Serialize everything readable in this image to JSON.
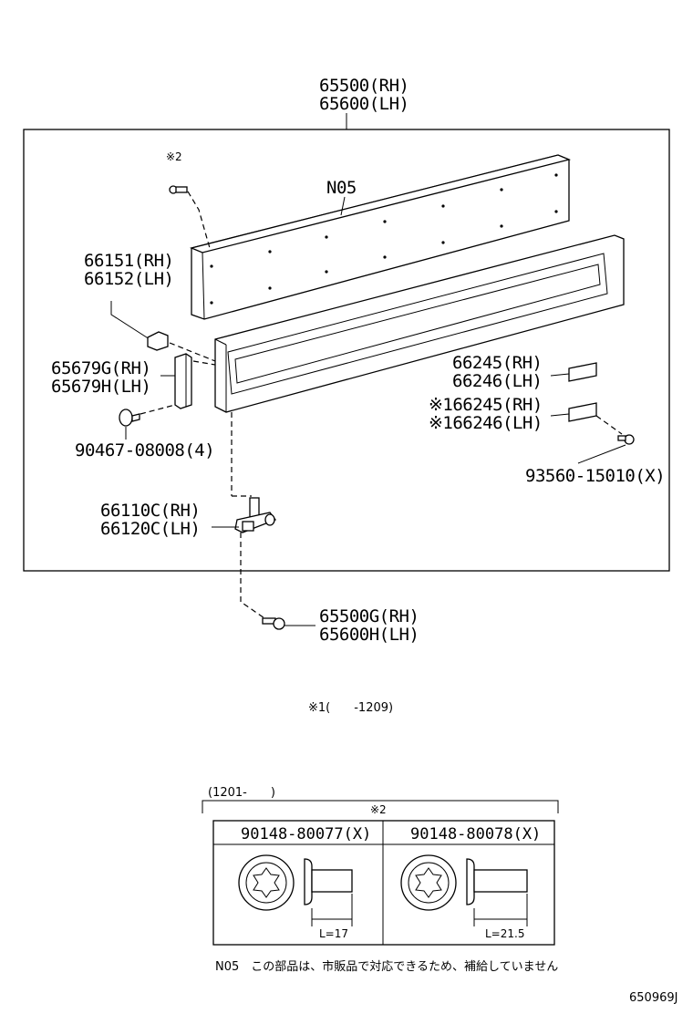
{
  "labels": {
    "panel_rh": "65500(RH)",
    "panel_lh": "65600(LH)",
    "note2_mark": "※2",
    "n05": "N05",
    "clip_rh": "66151(RH)",
    "clip_lh": "66152(LH)",
    "bracket_rh": "65679G(RH)",
    "bracket_lh": "65679H(LH)",
    "clip2": "90467-08008(4)",
    "pad_rh": "66245(RH)",
    "pad_lh": "66246(LH)",
    "pad1_rh": "※166245(RH)",
    "pad1_lh": "※166246(LH)",
    "screw": "93560-15010(X)",
    "hinge_rh": "66110C(RH)",
    "hinge_lh": "66120C(LH)",
    "bolt_rh": "65500G(RH)",
    "bolt_lh": "65600H(LH)",
    "footnote1": "※1(　　-1209)"
  },
  "table": {
    "range": "(1201-　　)",
    "header": "※2",
    "col1_part": "90148-80077(X)",
    "col2_part": "90148-80078(X)",
    "col1_length": "L=17",
    "col2_length": "L=21.5"
  },
  "note_n05": "N05　この部品は、市販品で対応できるため、補給していません",
  "figure_id": "650969J"
}
